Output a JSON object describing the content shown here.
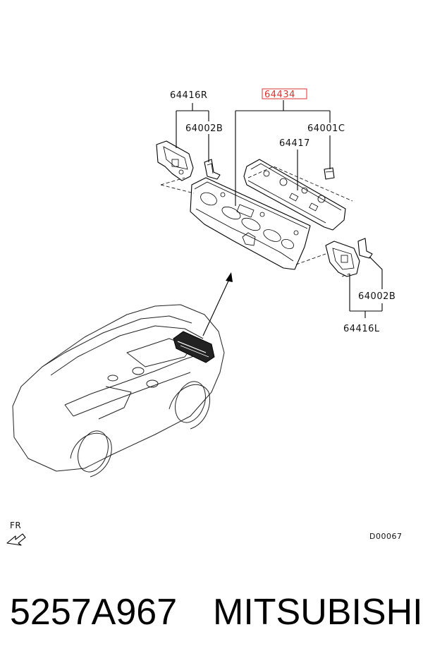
{
  "labels": {
    "part_64416R": "64416R",
    "part_64434": "64434",
    "part_64002B_top": "64002B",
    "part_64001C": "64001C",
    "part_64417": "64417",
    "part_64002B_bottom": "64002B",
    "part_64416L": "64416L",
    "front_indicator": "FR",
    "diagram_code": "D00067"
  },
  "footer": {
    "part_number": "5257A967",
    "brand": "MITSUBISHI"
  },
  "colors": {
    "highlight_box": "#e03030"
  }
}
